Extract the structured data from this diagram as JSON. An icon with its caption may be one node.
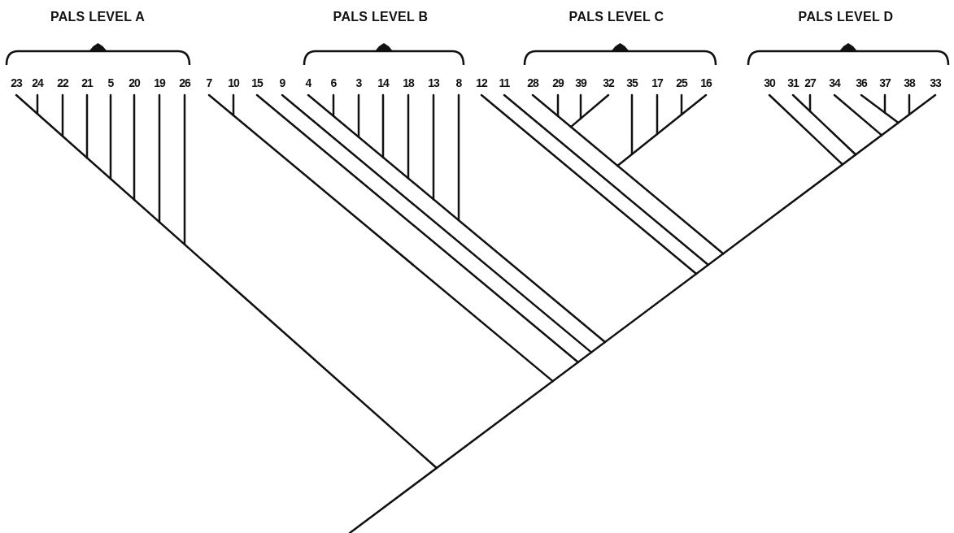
{
  "diagram": {
    "labels": [
      "PALS LEVEL A",
      "PALS LEVEL B",
      "PALS LEVEL C",
      "PALS LEVEL D",
      "23",
      "24",
      "22",
      "21",
      "5",
      "20",
      "19",
      "26",
      "7",
      "10",
      "15",
      "9",
      "4",
      "6",
      "3",
      "14",
      "18",
      "13",
      "8",
      "12",
      "11",
      "28",
      "29",
      "39",
      "32",
      "35",
      "17",
      "25",
      "16",
      "30",
      "31",
      "27",
      "34",
      "36",
      "37",
      "38",
      "33"
    ]
  }
}
